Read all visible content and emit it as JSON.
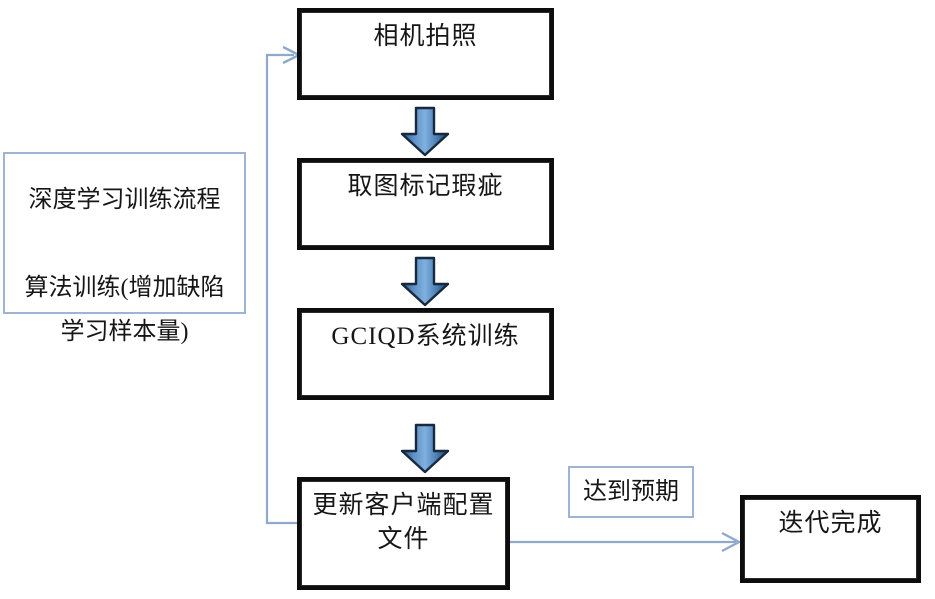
{
  "diagram": {
    "title_text_language": "zh",
    "background_color": "#ffffff",
    "boxes": {
      "capture": {
        "label": "相机拍照"
      },
      "annotate": {
        "label": "取图标记瑕疵"
      },
      "train": {
        "label": "GCIQD系统训练"
      },
      "update_config": {
        "label": "更新客户端配置\n文件"
      },
      "iteration_done": {
        "label": "迭代完成"
      }
    },
    "notes": {
      "training_flow": {
        "label": "深度学习训练流程\n\n算法训练(增加缺陷\n学习样本量)"
      },
      "expected": {
        "label": "达到预期"
      }
    },
    "colors": {
      "box_border": "#0d0d0d",
      "note_border": "#9fb4d4",
      "arrow_blue_dark": "#1f3a5f",
      "arrow_blue_mid": "#3f74ad",
      "arrow_blue_light": "#7ba7d7",
      "connector_line": "#8fa9cc",
      "text": "#161616"
    },
    "arrows": {
      "capture_to_annotate": {
        "name": "down-arrow-1"
      },
      "annotate_to_train": {
        "name": "down-arrow-2"
      },
      "train_to_update": {
        "name": "down-arrow-3"
      },
      "update_to_done": {
        "name": "right-arrow-to-iteration-done"
      },
      "feedback_loop": {
        "name": "feedback-arrow-to-capture"
      }
    }
  }
}
